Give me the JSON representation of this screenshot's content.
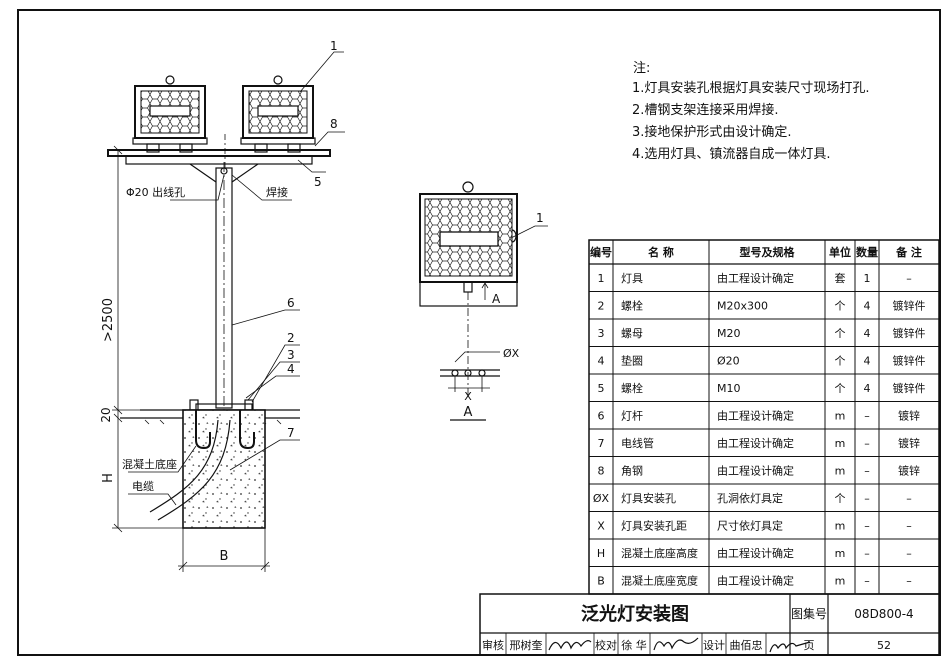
{
  "notes": {
    "heading": "注:",
    "items": [
      "1.灯具安装孔根据灯具安装尺寸现场打孔.",
      "2.槽钢支架连接采用焊接.",
      "3.接地保护形式由设计确定.",
      "4.选用灯具、镇流器自成一体灯具."
    ]
  },
  "drawing": {
    "dim_height": ">2500",
    "dim_20": "20",
    "dim_H": "H",
    "dim_B": "B",
    "label_hole": "Φ20 出线孔",
    "label_weld": "焊接",
    "label_concrete": "混凝土底座",
    "label_cable": "电缆",
    "callouts": [
      "1",
      "2",
      "3",
      "4",
      "5",
      "6",
      "7",
      "8"
    ],
    "detail_callout": "1",
    "view_arrow": "A",
    "view_title": "A",
    "phi_x": "ØX",
    "x_dim": "X"
  },
  "table": {
    "headers": [
      "编号",
      "名    称",
      "型号及规格",
      "单位",
      "数量",
      "备  注"
    ],
    "rows": [
      [
        "1",
        "灯具",
        "由工程设计确定",
        "套",
        "1",
        "–"
      ],
      [
        "2",
        "螺栓",
        "M20x300",
        "个",
        "4",
        "镀锌件"
      ],
      [
        "3",
        "螺母",
        "M20",
        "个",
        "4",
        "镀锌件"
      ],
      [
        "4",
        "垫圈",
        "Ø20",
        "个",
        "4",
        "镀锌件"
      ],
      [
        "5",
        "螺栓",
        "M10",
        "个",
        "4",
        "镀锌件"
      ],
      [
        "6",
        "灯杆",
        "由工程设计确定",
        "m",
        "–",
        "镀锌"
      ],
      [
        "7",
        "电线管",
        "由工程设计确定",
        "m",
        "–",
        "镀锌"
      ],
      [
        "8",
        "角钢",
        "由工程设计确定",
        "m",
        "–",
        "镀锌"
      ],
      [
        "ØX",
        "灯具安装孔",
        "孔洞依灯具定",
        "个",
        "–",
        "–"
      ],
      [
        "X",
        "灯具安装孔距",
        "尺寸依灯具定",
        "m",
        "–",
        "–"
      ],
      [
        "H",
        "混凝土底座高度",
        "由工程设计确定",
        "m",
        "–",
        "–"
      ],
      [
        "B",
        "混凝土底座宽度",
        "由工程设计确定",
        "m",
        "–",
        "–"
      ]
    ]
  },
  "titleblock": {
    "title": "泛光灯安装图",
    "atlas_label": "图集号",
    "atlas_no": "08D800-4",
    "review_label": "审核",
    "review_name": "邢树奎",
    "check_label": "校对",
    "check_name": "徐 华",
    "design_label": "设计",
    "design_name": "曲佰忠",
    "page_label": "页",
    "page_no": "52"
  }
}
